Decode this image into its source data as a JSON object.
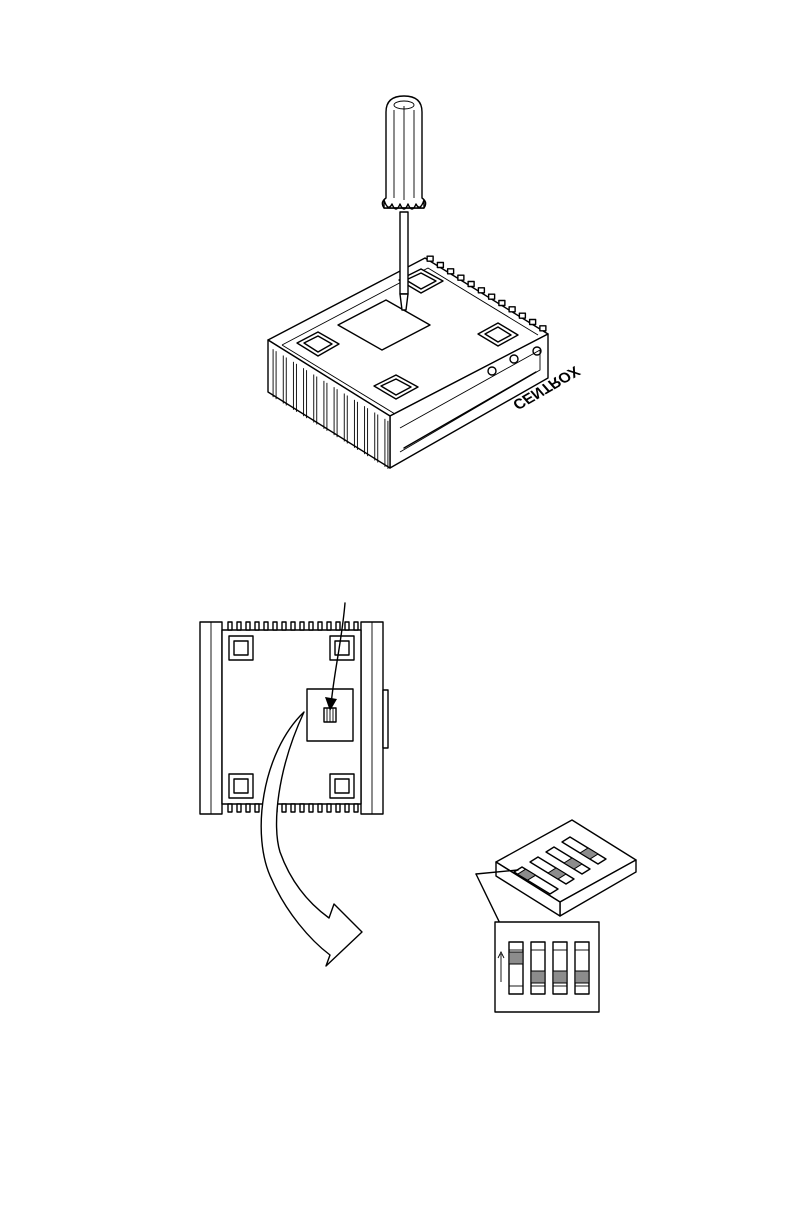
{
  "device_brand": "CENTROX",
  "colors": {
    "line": "#000000",
    "background": "#ffffff",
    "switch_actuator": "#8c8c8c"
  },
  "icons": {
    "tool": "screwdriver-icon",
    "callout_arrow": "curved-arrow-icon",
    "direction": "up-arrow-icon"
  },
  "dip_switches": {
    "count": 4,
    "positions": [
      "up",
      "down",
      "down",
      "down"
    ]
  }
}
